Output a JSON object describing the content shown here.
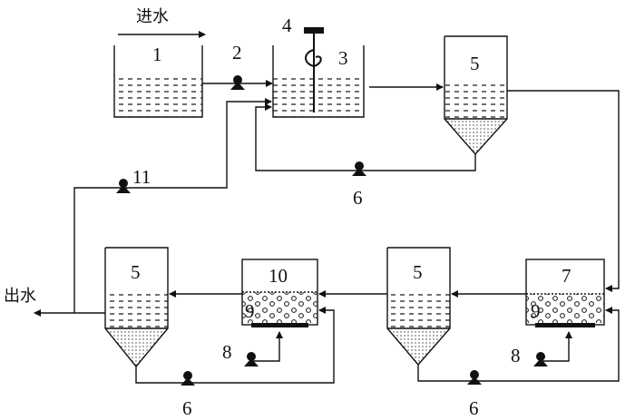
{
  "labels": {
    "inlet": "进水",
    "outlet": "出水",
    "n1": "1",
    "n2": "2",
    "n3": "3",
    "n4": "4",
    "n5": "5",
    "n6": "6",
    "n7": "7",
    "n8": "8",
    "n9": "9",
    "n10": "10",
    "n11": "11"
  },
  "colors": {
    "line": "#111111",
    "water_dash": "#222222",
    "sludge": "#bdbdbd"
  }
}
